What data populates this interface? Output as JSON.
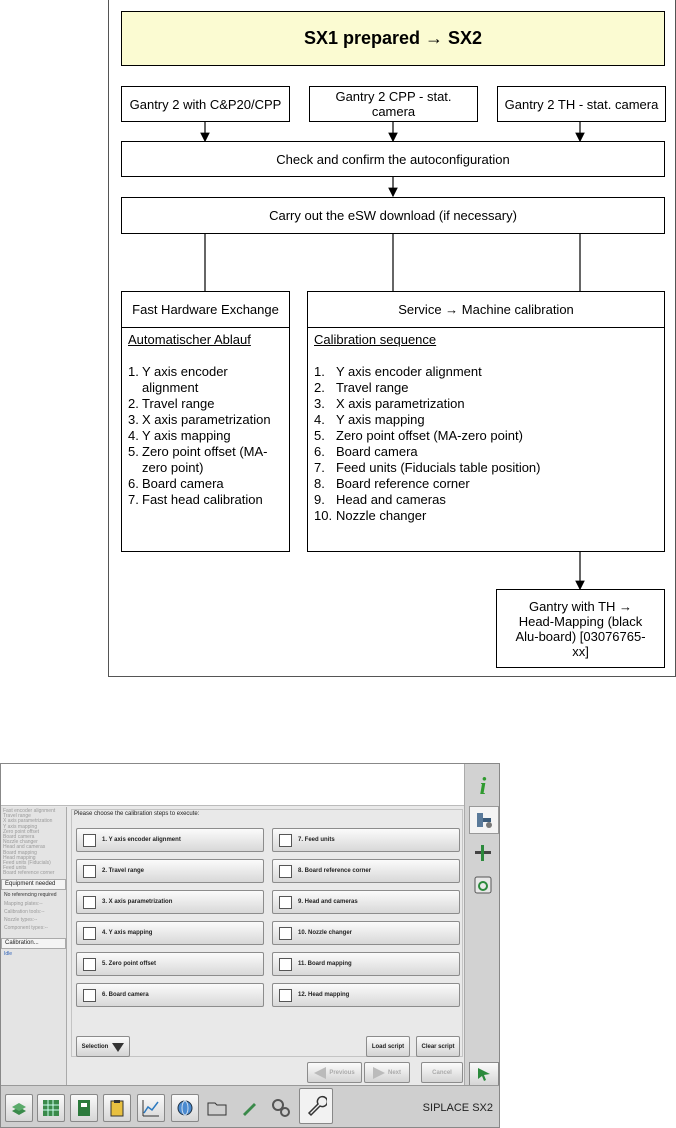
{
  "flowchart": {
    "title": "SX1 prepared → SX2",
    "top_boxes": [
      "Gantry 2 with C&P20/CPP",
      "Gantry 2 CPP  -  stat. camera",
      "Gantry 2 TH  -  stat. camera"
    ],
    "step1": "Check and confirm the autoconfiguration",
    "step2": "Carry out the eSW download (if necessary)",
    "left_panel": {
      "title": "Fast Hardware Exchange",
      "heading": "Automatischer Ablauf",
      "items": [
        {
          "num": "1.",
          "text": "Y axis encoder alignment"
        },
        {
          "num": "2.",
          "text": "Travel range"
        },
        {
          "num": "3.",
          "text": "X axis parametrization"
        },
        {
          "num": "4.",
          "text": "Y axis mapping"
        },
        {
          "num": "5.",
          "text": "Zero point offset (MA-zero point)"
        },
        {
          "num": "6.",
          "text": "Board camera"
        },
        {
          "num": "7.",
          "text": "Fast head calibration"
        }
      ]
    },
    "right_panel": {
      "title": "Service → Machine calibration",
      "heading": "Calibration sequence",
      "items": [
        {
          "num": "1.",
          "text": "Y axis encoder alignment"
        },
        {
          "num": "2.",
          "text": "Travel range"
        },
        {
          "num": "3.",
          "text": "X axis parametrization"
        },
        {
          "num": "4.",
          "text": "Y axis mapping"
        },
        {
          "num": "5.",
          "text": "Zero point offset (MA-zero point)"
        },
        {
          "num": "6.",
          "text": "Board camera"
        },
        {
          "num": "7.",
          "text": "Feed units (Fiducials table position)"
        },
        {
          "num": "8.",
          "text": "Board reference corner"
        },
        {
          "num": "9.",
          "text": "Head and cameras"
        },
        {
          "num": "10.",
          "text": "Nozzle changer"
        }
      ]
    },
    "final_box": "Gantry with TH → Head-Mapping (black Alu-board) [03076765-xx]"
  },
  "app": {
    "left_steps": [
      "Fast encoder alignment",
      "Travel range",
      "X axis parametrization",
      "Y axis mapping",
      "Zero point offset",
      "Board camera",
      "Nozzle changer",
      "Head and cameras",
      "Board mapping",
      "Head mapping",
      "Feed units (Fiducials)",
      "Feed units",
      "Board reference corner"
    ],
    "equipment_heading": "Equipment needed",
    "equipment_note": "No referencing required",
    "equipment_items": [
      "Mapping plates:--",
      "Calibration tools:--",
      "Nozzle types:--",
      "Component types:--"
    ],
    "calibration_heading": "Calibration...",
    "calibration_status": "Idle",
    "prompt": "Please choose the calibration steps to execute:",
    "left_buttons": [
      "1. Y axis encoder alignment",
      "2. Travel range",
      "3. X axis parametrization",
      "4. Y axis mapping",
      "5. Zero point offset",
      "6. Board camera"
    ],
    "right_buttons": [
      "7. Feed units",
      "8. Board reference corner",
      "9. Head and cameras",
      "10. Nozzle changer",
      "11. Board mapping",
      "12. Head mapping"
    ],
    "selection_label": "Selection",
    "load_script_label": "Load script",
    "clear_script_label": "Clear script",
    "previous_label": "Previous",
    "next_label": "Next",
    "cancel_label": "Cancel",
    "brand_label": "SIPLACE SX2"
  }
}
